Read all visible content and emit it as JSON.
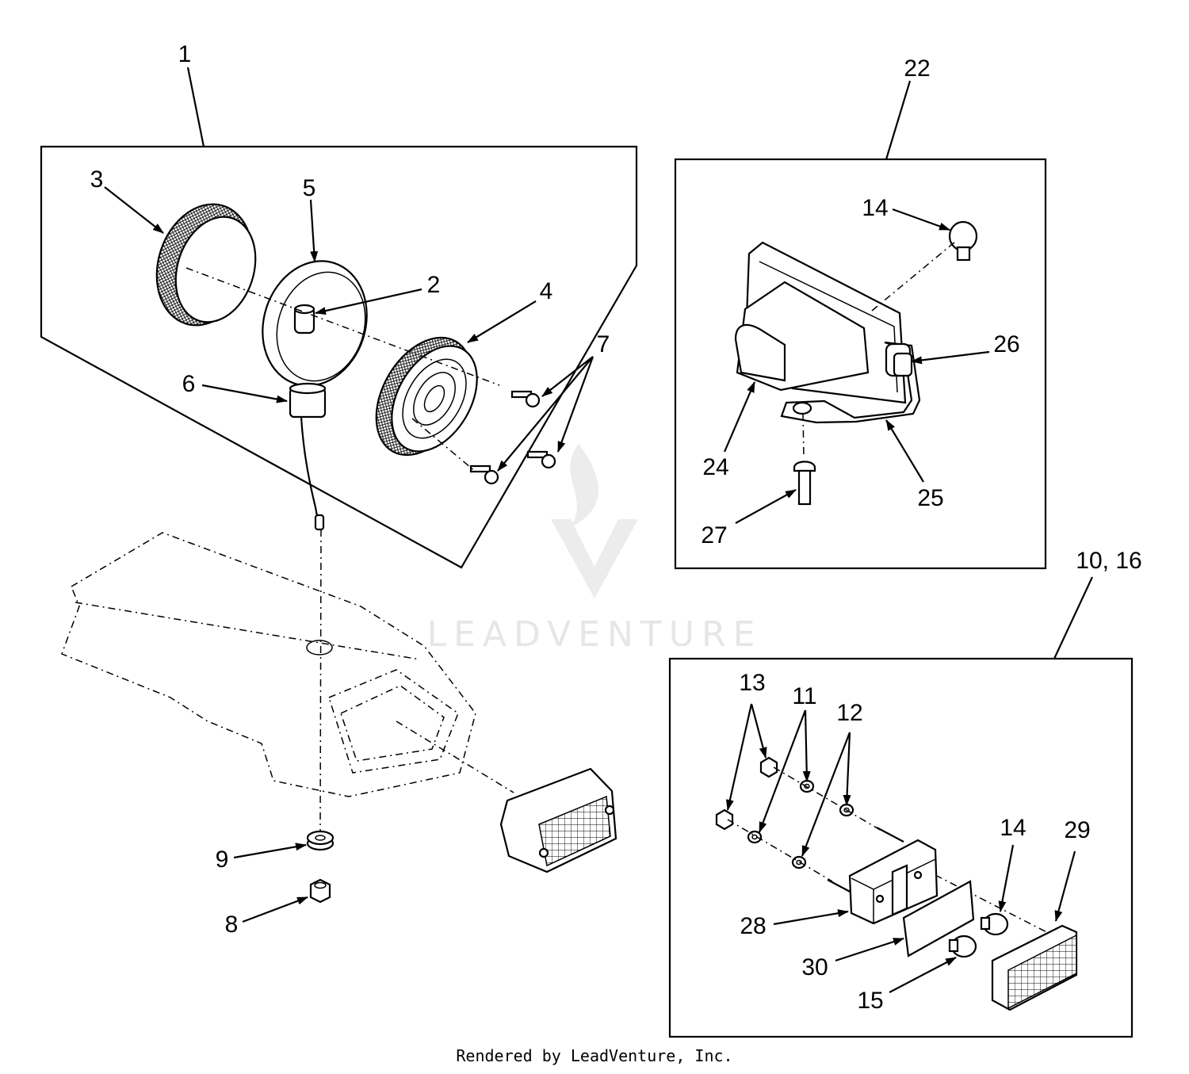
{
  "watermark": "LEADVENTURE",
  "footer": "Rendered by LeadVenture, Inc.",
  "callouts": {
    "c1": "1",
    "c2": "2",
    "c3": "3",
    "c4": "4",
    "c5": "5",
    "c6": "6",
    "c7": "7",
    "c8": "8",
    "c9": "9",
    "c22": "22",
    "c14a": "14",
    "c24": "24",
    "c25": "25",
    "c26": "26",
    "c27": "27",
    "c10_16": "10, 16",
    "c13": "13",
    "c11": "11",
    "c12": "12",
    "c14b": "14",
    "c29": "29",
    "c28": "28",
    "c30": "30",
    "c15": "15"
  }
}
